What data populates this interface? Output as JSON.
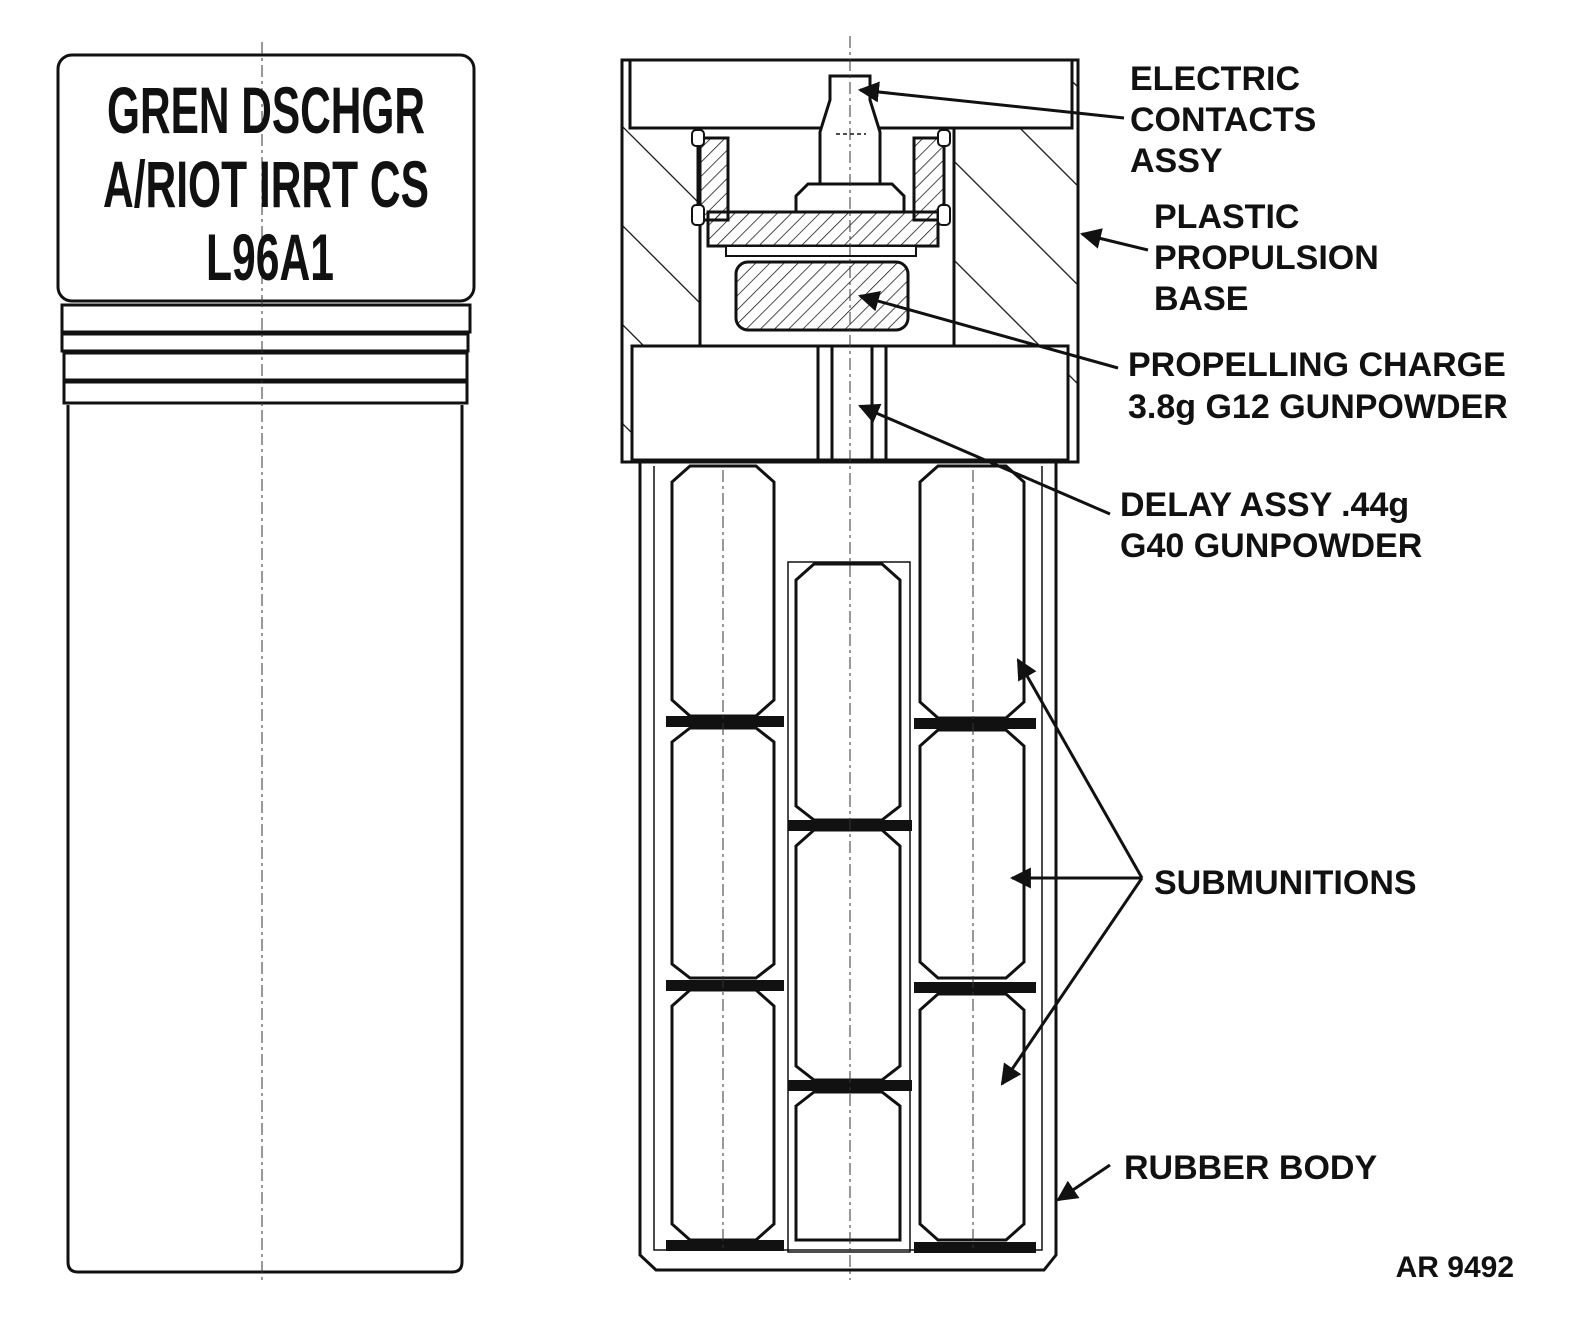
{
  "body_marking": {
    "line1": "GREN DSCHGR",
    "line2": "A/RIOT IRRT CS",
    "line3": "L96A1"
  },
  "labels": {
    "electric_contacts": [
      "ELECTRIC",
      "CONTACTS",
      "ASSY"
    ],
    "propulsion_base": [
      "PLASTIC",
      "PROPULSION",
      "BASE"
    ],
    "propelling_charge": [
      "PROPELLING CHARGE",
      "3.8g G12 GUNPOWDER"
    ],
    "delay_assy": [
      "DELAY ASSY .44g",
      "G40 GUNPOWDER"
    ],
    "submunitions": "SUBMUNITIONS",
    "rubber_body": "RUBBER BODY"
  },
  "figure_id": "AR 9492"
}
